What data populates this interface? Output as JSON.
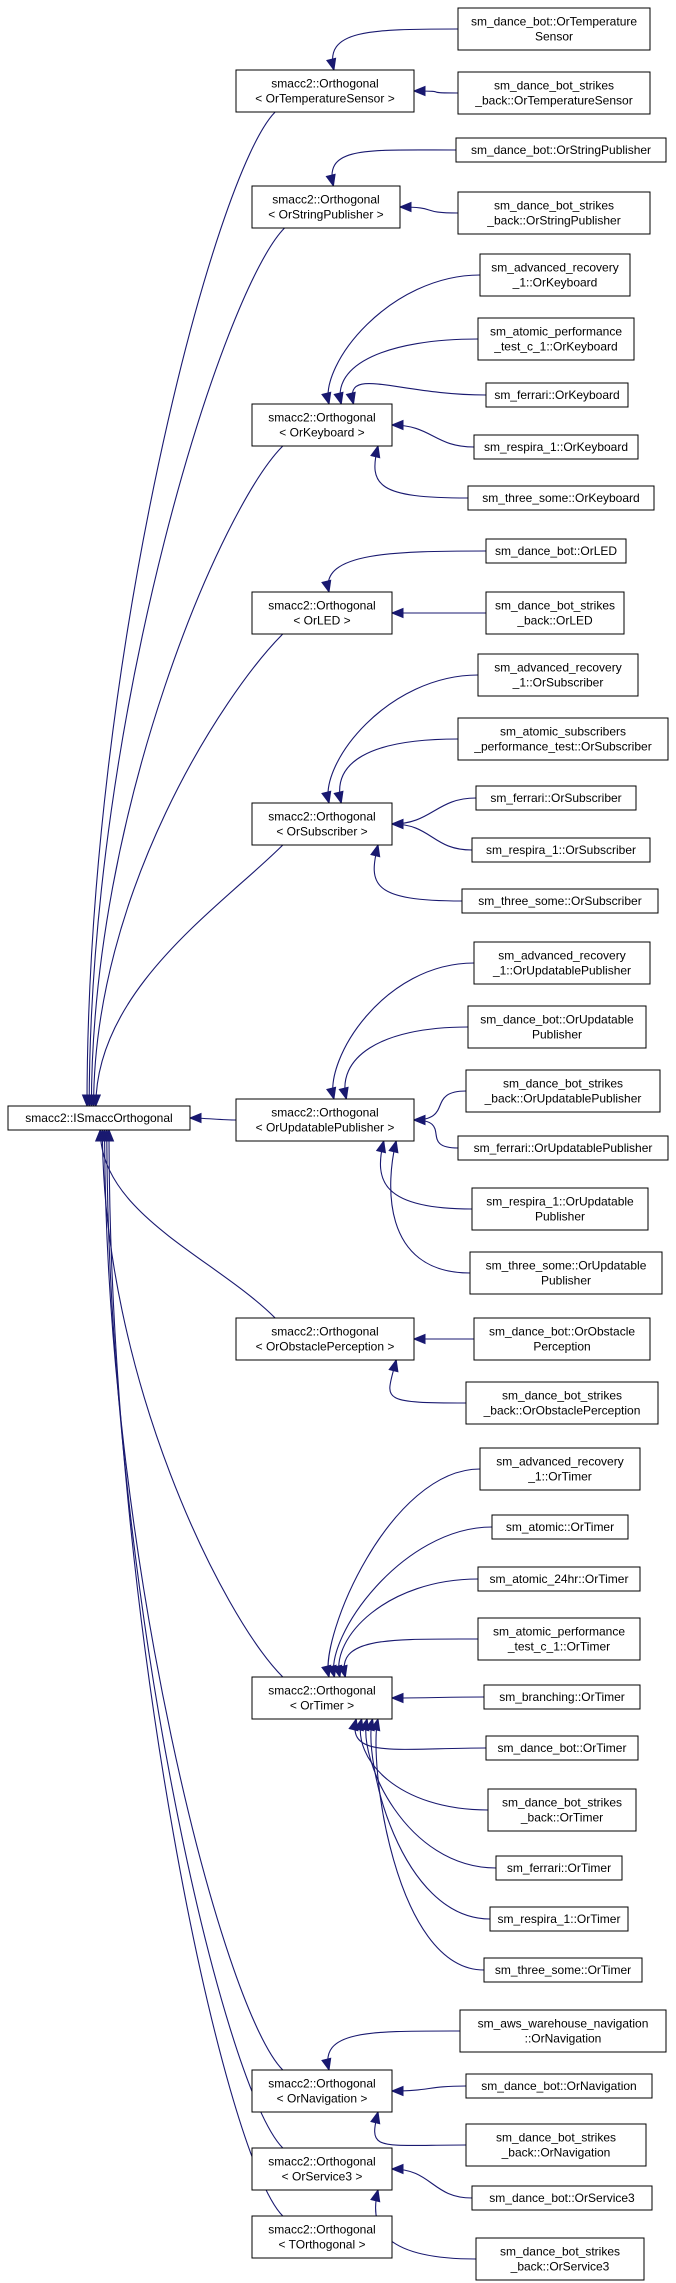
{
  "colors": {
    "edge": "#191970",
    "node_border": "#000000",
    "background": "#ffffff"
  },
  "root": {
    "id": "root",
    "lines": [
      "smacc2::ISmaccOrthogonal"
    ]
  },
  "groups": [
    {
      "id": "temp",
      "lines": [
        "smacc2::Orthogonal",
        "< OrTemperatureSensor >"
      ],
      "children": [
        {
          "id": "temp1",
          "lines": [
            "sm_dance_bot::OrTemperature",
            "Sensor"
          ]
        },
        {
          "id": "temp2",
          "lines": [
            "sm_dance_bot_strikes",
            "_back::OrTemperatureSensor"
          ]
        }
      ]
    },
    {
      "id": "str",
      "lines": [
        "smacc2::Orthogonal",
        "< OrStringPublisher >"
      ],
      "children": [
        {
          "id": "str1",
          "lines": [
            "sm_dance_bot::OrStringPublisher"
          ]
        },
        {
          "id": "str2",
          "lines": [
            "sm_dance_bot_strikes",
            "_back::OrStringPublisher"
          ]
        }
      ]
    },
    {
      "id": "kb",
      "lines": [
        "smacc2::Orthogonal",
        "< OrKeyboard >"
      ],
      "children": [
        {
          "id": "kb1",
          "lines": [
            "sm_advanced_recovery",
            "_1::OrKeyboard"
          ]
        },
        {
          "id": "kb2",
          "lines": [
            "sm_atomic_performance",
            "_test_c_1::OrKeyboard"
          ]
        },
        {
          "id": "kb3",
          "lines": [
            "sm_ferrari::OrKeyboard"
          ]
        },
        {
          "id": "kb4",
          "lines": [
            "sm_respira_1::OrKeyboard"
          ]
        },
        {
          "id": "kb5",
          "lines": [
            "sm_three_some::OrKeyboard"
          ]
        }
      ]
    },
    {
      "id": "led",
      "lines": [
        "smacc2::Orthogonal",
        "< OrLED >"
      ],
      "children": [
        {
          "id": "led1",
          "lines": [
            "sm_dance_bot::OrLED"
          ]
        },
        {
          "id": "led2",
          "lines": [
            "sm_dance_bot_strikes",
            "_back::OrLED"
          ]
        }
      ]
    },
    {
      "id": "sub",
      "lines": [
        "smacc2::Orthogonal",
        "< OrSubscriber >"
      ],
      "children": [
        {
          "id": "sub1",
          "lines": [
            "sm_advanced_recovery",
            "_1::OrSubscriber"
          ]
        },
        {
          "id": "sub2",
          "lines": [
            "sm_atomic_subscribers",
            "_performance_test::OrSubscriber"
          ]
        },
        {
          "id": "sub3",
          "lines": [
            "sm_ferrari::OrSubscriber"
          ]
        },
        {
          "id": "sub4",
          "lines": [
            "sm_respira_1::OrSubscriber"
          ]
        },
        {
          "id": "sub5",
          "lines": [
            "sm_three_some::OrSubscriber"
          ]
        }
      ]
    },
    {
      "id": "upd",
      "lines": [
        "smacc2::Orthogonal",
        "< OrUpdatablePublisher >"
      ],
      "children": [
        {
          "id": "upd1",
          "lines": [
            "sm_advanced_recovery",
            "_1::OrUpdatablePublisher"
          ]
        },
        {
          "id": "upd2",
          "lines": [
            "sm_dance_bot::OrUpdatable",
            "Publisher"
          ]
        },
        {
          "id": "upd3",
          "lines": [
            "sm_dance_bot_strikes",
            "_back::OrUpdatablePublisher"
          ]
        },
        {
          "id": "upd4",
          "lines": [
            "sm_ferrari::OrUpdatablePublisher"
          ]
        },
        {
          "id": "upd5",
          "lines": [
            "sm_respira_1::OrUpdatable",
            "Publisher"
          ]
        },
        {
          "id": "upd6",
          "lines": [
            "sm_three_some::OrUpdatable",
            "Publisher"
          ]
        }
      ]
    },
    {
      "id": "obs",
      "lines": [
        "smacc2::Orthogonal",
        "< OrObstaclePerception >"
      ],
      "children": [
        {
          "id": "obs1",
          "lines": [
            "sm_dance_bot::OrObstacle",
            "Perception"
          ]
        },
        {
          "id": "obs2",
          "lines": [
            "sm_dance_bot_strikes",
            "_back::OrObstaclePerception"
          ]
        }
      ]
    },
    {
      "id": "tim",
      "lines": [
        "smacc2::Orthogonal",
        "< OrTimer >"
      ],
      "children": [
        {
          "id": "tim1",
          "lines": [
            "sm_advanced_recovery",
            "_1::OrTimer"
          ]
        },
        {
          "id": "tim2",
          "lines": [
            "sm_atomic::OrTimer"
          ]
        },
        {
          "id": "tim3",
          "lines": [
            "sm_atomic_24hr::OrTimer"
          ]
        },
        {
          "id": "tim4",
          "lines": [
            "sm_atomic_performance",
            "_test_c_1::OrTimer"
          ]
        },
        {
          "id": "tim5",
          "lines": [
            "sm_branching::OrTimer"
          ]
        },
        {
          "id": "tim6",
          "lines": [
            "sm_dance_bot::OrTimer"
          ]
        },
        {
          "id": "tim7",
          "lines": [
            "sm_dance_bot_strikes",
            "_back::OrTimer"
          ]
        },
        {
          "id": "tim8",
          "lines": [
            "sm_ferrari::OrTimer"
          ]
        },
        {
          "id": "tim9",
          "lines": [
            "sm_respira_1::OrTimer"
          ]
        },
        {
          "id": "tim10",
          "lines": [
            "sm_three_some::OrTimer"
          ]
        }
      ]
    },
    {
      "id": "nav",
      "lines": [
        "smacc2::Orthogonal",
        "< OrNavigation >"
      ],
      "children": [
        {
          "id": "nav1",
          "lines": [
            "sm_aws_warehouse_navigation",
            "::OrNavigation"
          ]
        },
        {
          "id": "nav2",
          "lines": [
            "sm_dance_bot::OrNavigation"
          ]
        },
        {
          "id": "nav3",
          "lines": [
            "sm_dance_bot_strikes",
            "_back::OrNavigation"
          ]
        }
      ]
    },
    {
      "id": "srv",
      "lines": [
        "smacc2::Orthogonal",
        "< OrService3 >"
      ],
      "children": [
        {
          "id": "srv1",
          "lines": [
            "sm_dance_bot::OrService3"
          ]
        },
        {
          "id": "srv2",
          "lines": [
            "sm_dance_bot_strikes",
            "_back::OrService3"
          ]
        }
      ]
    },
    {
      "id": "tor",
      "lines": [
        "smacc2::Orthogonal",
        "< TOrthogonal >"
      ],
      "children": []
    }
  ]
}
